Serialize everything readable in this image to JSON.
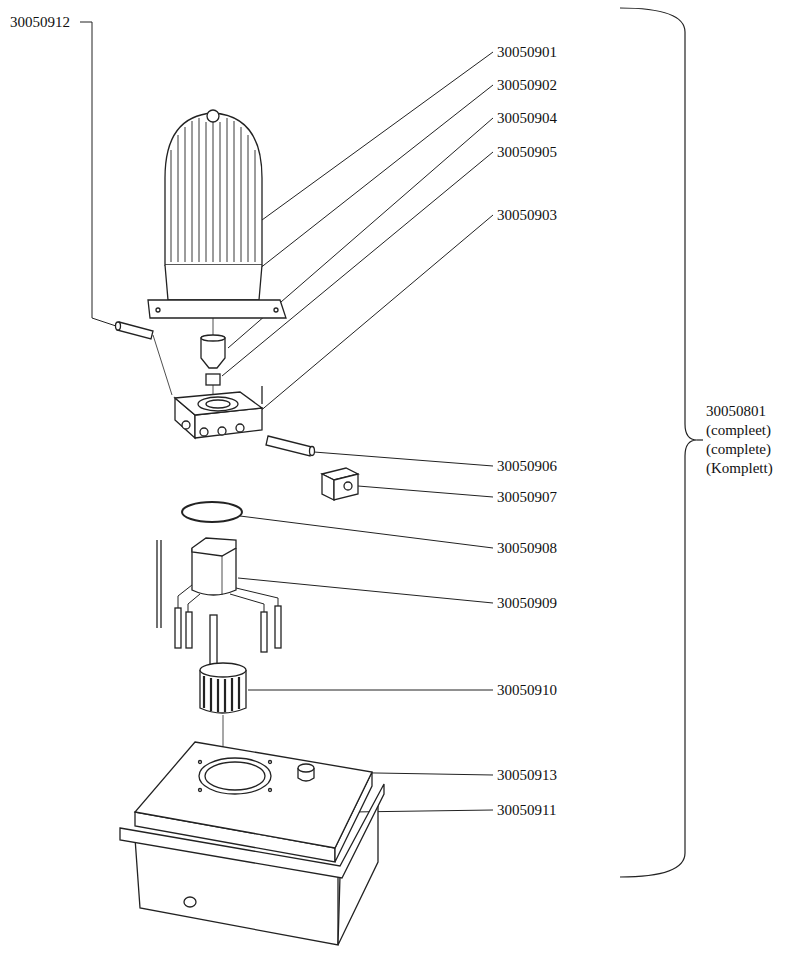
{
  "diagram": {
    "labels": [
      "30050912",
      "30050901",
      "30050902",
      "30050904",
      "30050905",
      "30050903",
      "30050906",
      "30050907",
      "30050908",
      "30050909",
      "30050910",
      "30050913",
      "30050911",
      "30050801 (compleet) (complete) (Komplett)"
    ]
  }
}
